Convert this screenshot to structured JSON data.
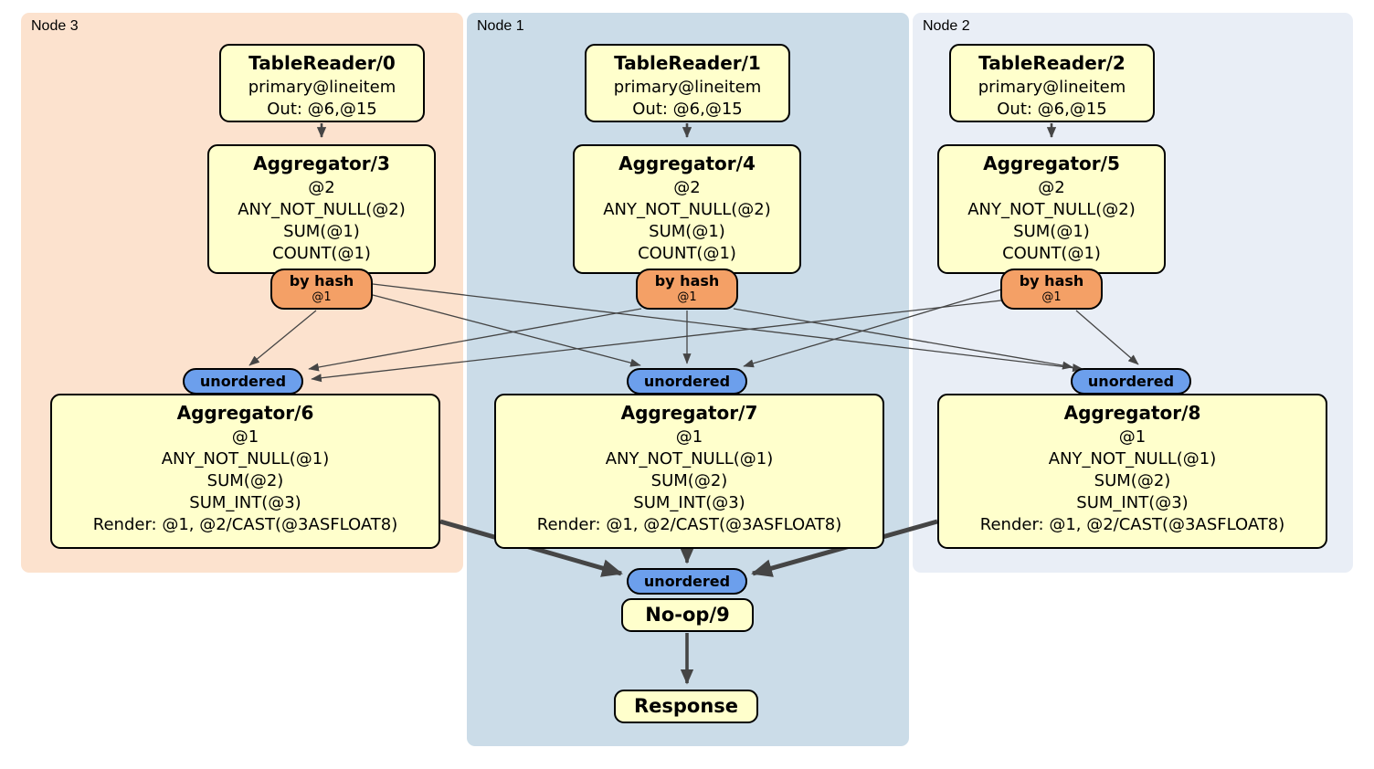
{
  "colors": {
    "region-node3": "#FCE2CE",
    "region-node1": "#CBDCE8",
    "region-node2": "#E9EEF6",
    "box-fill": "#FFFFCC",
    "router-fill": "#F4A066",
    "sync-fill": "#6C9FEC",
    "edge": "#454545",
    "border": "#000000"
  },
  "regions": [
    {
      "label": "Node 3"
    },
    {
      "label": "Node 1"
    },
    {
      "label": "Node 2"
    }
  ],
  "table_readers": [
    {
      "title": "TableReader/0",
      "lines": [
        "primary@lineitem",
        "Out: @6,@15"
      ]
    },
    {
      "title": "TableReader/1",
      "lines": [
        "primary@lineitem",
        "Out: @6,@15"
      ]
    },
    {
      "title": "TableReader/2",
      "lines": [
        "primary@lineitem",
        "Out: @6,@15"
      ]
    }
  ],
  "stage1_aggregators": [
    {
      "title": "Aggregator/3",
      "lines": [
        "@2",
        "ANY_NOT_NULL(@2)",
        "SUM(@1)",
        "COUNT(@1)"
      ]
    },
    {
      "title": "Aggregator/4",
      "lines": [
        "@2",
        "ANY_NOT_NULL(@2)",
        "SUM(@1)",
        "COUNT(@1)"
      ]
    },
    {
      "title": "Aggregator/5",
      "lines": [
        "@2",
        "ANY_NOT_NULL(@2)",
        "SUM(@1)",
        "COUNT(@1)"
      ]
    }
  ],
  "routers": [
    {
      "label": "by hash",
      "detail": "@1"
    },
    {
      "label": "by hash",
      "detail": "@1"
    },
    {
      "label": "by hash",
      "detail": "@1"
    }
  ],
  "syncs": [
    {
      "label": "unordered"
    },
    {
      "label": "unordered"
    },
    {
      "label": "unordered"
    },
    {
      "label": "unordered"
    }
  ],
  "stage2_aggregators": [
    {
      "title": "Aggregator/6",
      "lines": [
        "@1",
        "ANY_NOT_NULL(@1)",
        "SUM(@2)",
        "SUM_INT(@3)",
        "Render: @1, @2/CAST(@3ASFLOAT8)"
      ]
    },
    {
      "title": "Aggregator/7",
      "lines": [
        "@1",
        "ANY_NOT_NULL(@1)",
        "SUM(@2)",
        "SUM_INT(@3)",
        "Render: @1, @2/CAST(@3ASFLOAT8)"
      ]
    },
    {
      "title": "Aggregator/8",
      "lines": [
        "@1",
        "ANY_NOT_NULL(@1)",
        "SUM(@2)",
        "SUM_INT(@3)",
        "Render: @1, @2/CAST(@3ASFLOAT8)"
      ]
    }
  ],
  "noop": {
    "title": "No-op/9"
  },
  "response": {
    "title": "Response"
  }
}
